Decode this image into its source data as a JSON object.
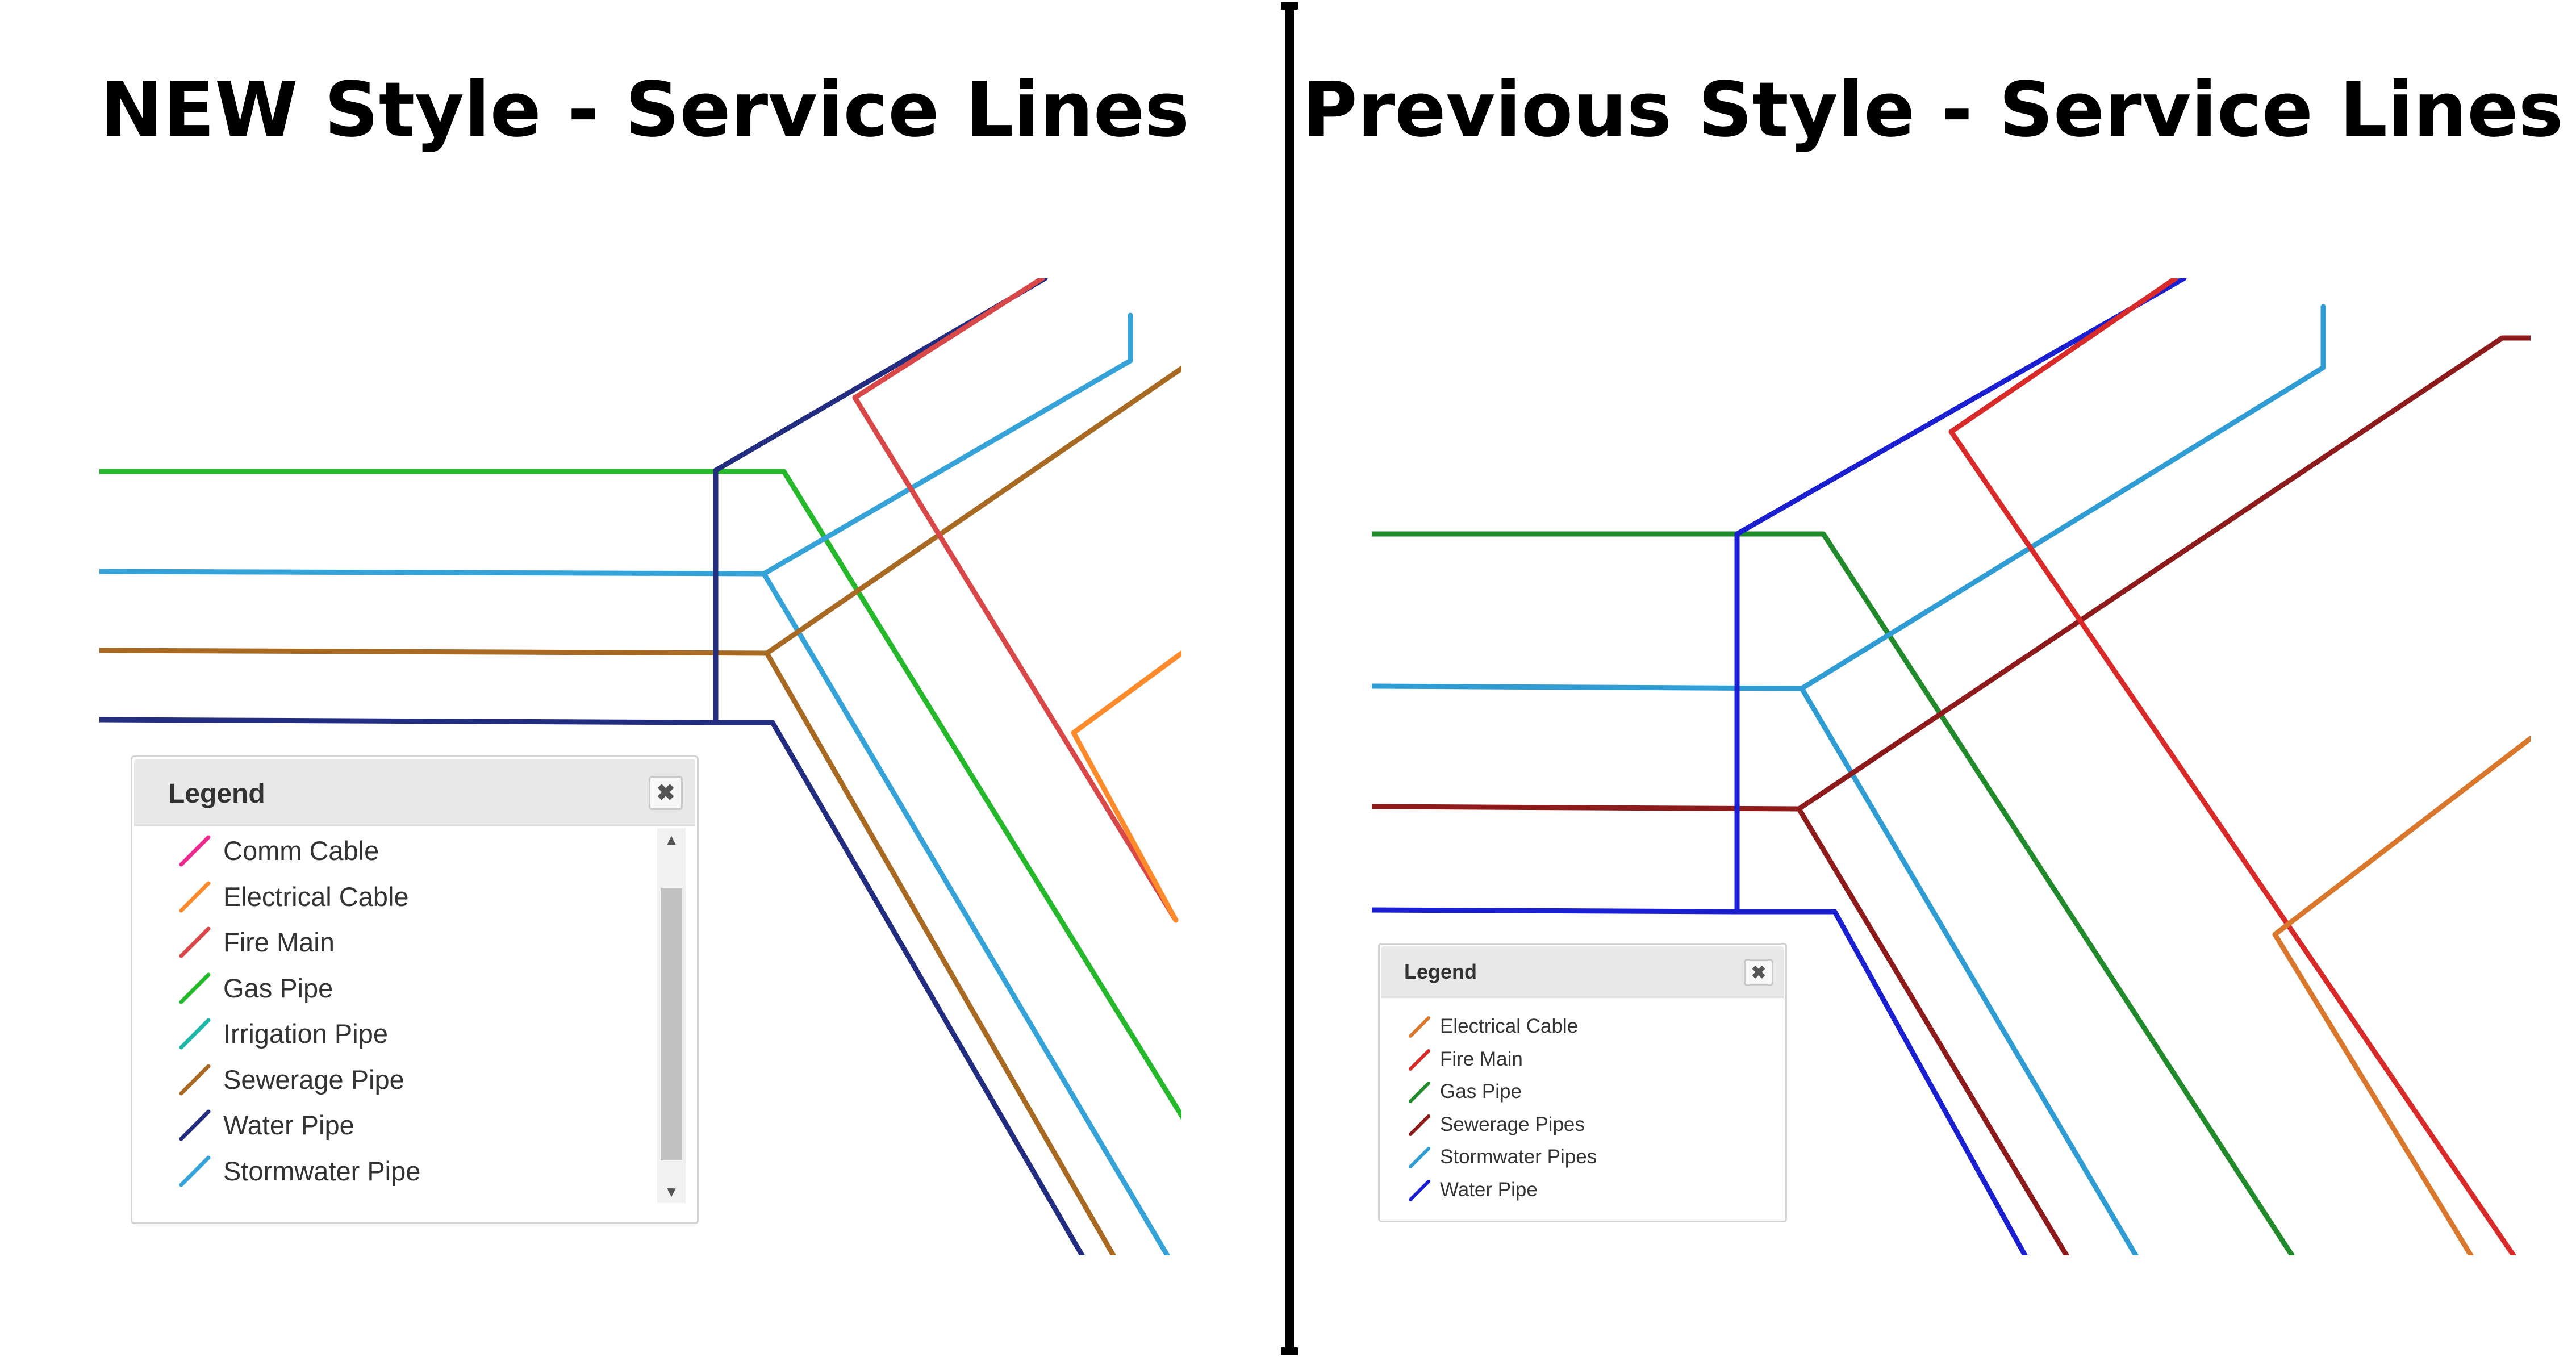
{
  "left_panel": {
    "title": "NEW Style - Service Lines",
    "legend": {
      "title": "Legend",
      "close_icon": "close-x-icon",
      "items": [
        {
          "label": "Comm Cable",
          "color": "#ee2a8f"
        },
        {
          "label": "Electrical Cable",
          "color": "#fd8b2b"
        },
        {
          "label": "Fire Main",
          "color": "#d94848"
        },
        {
          "label": "Gas Pipe",
          "color": "#24b82a"
        },
        {
          "label": "Irrigation Pipe",
          "color": "#1fb8a8"
        },
        {
          "label": "Sewerage Pipe",
          "color": "#a86a22"
        },
        {
          "label": "Water Pipe",
          "color": "#222d7f"
        },
        {
          "label": "Stormwater Pipe",
          "color": "#35a2d8"
        }
      ],
      "scrollbar": {
        "up_icon": "scroll-up-arrow-icon",
        "down_icon": "scroll-down-arrow-icon"
      }
    }
  },
  "right_panel": {
    "title": "Previous Style - Service Lines",
    "legend": {
      "title": "Legend",
      "close_icon": "close-x-icon",
      "items": [
        {
          "label": "Electrical Cable",
          "color": "#d9782d"
        },
        {
          "label": "Fire Main",
          "color": "#d92a2a"
        },
        {
          "label": "Gas Pipe",
          "color": "#218a2a"
        },
        {
          "label": "Sewerage Pipes",
          "color": "#8e1b1b"
        },
        {
          "label": "Stormwater Pipes",
          "color": "#2f9dd3"
        },
        {
          "label": "Water Pipe",
          "color": "#1a1fd0"
        }
      ]
    }
  },
  "divider": {
    "color": "#000000"
  }
}
